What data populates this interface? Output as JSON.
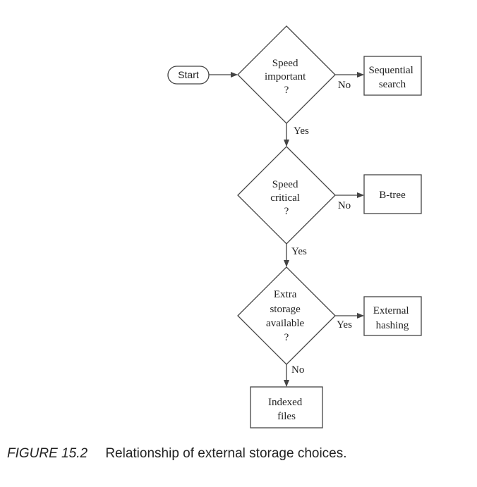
{
  "nodes": {
    "start": "Start",
    "speed_important": [
      "Speed",
      "important",
      "?"
    ],
    "speed_critical": [
      "Speed",
      "critical",
      "?"
    ],
    "extra_storage": [
      "Extra",
      "storage",
      "available",
      "?"
    ],
    "sequential_search": [
      "Sequential",
      "search"
    ],
    "btree": [
      "B-tree"
    ],
    "external_hashing": [
      "External",
      "hashing"
    ],
    "indexed_files": [
      "Indexed",
      "files"
    ]
  },
  "edges": {
    "speed_important_no": "No",
    "speed_important_yes": "Yes",
    "speed_critical_no": "No",
    "speed_critical_yes": "Yes",
    "extra_storage_yes": "Yes",
    "extra_storage_no": "No"
  },
  "caption": {
    "label": "FIGURE 15.2",
    "text": "Relationship of external storage choices."
  }
}
